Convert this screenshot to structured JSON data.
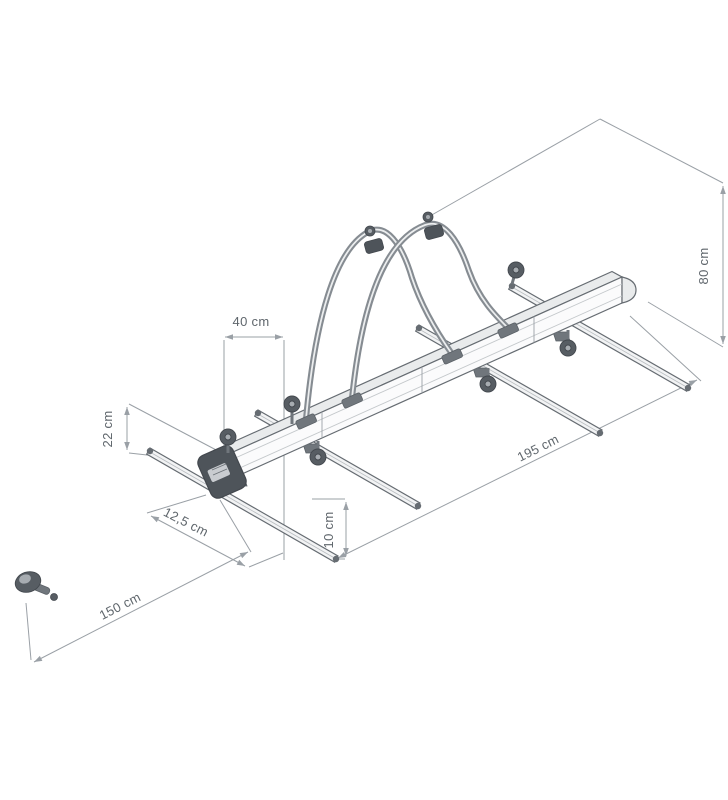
{
  "diagram": {
    "kind": "isometric-dimension-drawing",
    "subject": "roof bike carrier with mounting rails",
    "background": "#ffffff",
    "structure_color": "#666c72",
    "dimension_color": "#9aa0a6",
    "dark_part_color": "#4e545a",
    "labels": {
      "spacing_40": "40 cm",
      "height_80": "80 cm",
      "height_22": "22 cm",
      "offset_12_5": "12,5 cm",
      "height_10": "10 cm",
      "width_150": "150 cm",
      "length_195": "195 cm"
    }
  }
}
